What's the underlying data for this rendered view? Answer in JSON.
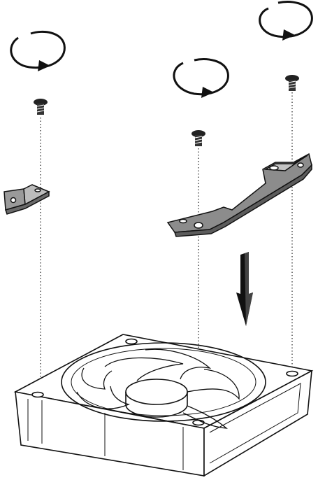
{
  "diagram": {
    "kind": "fan-bracket-installation",
    "colors": {
      "stroke": "#111111",
      "bracket_fill": "#8a8a8a",
      "bracket_light": "#b9b9b9",
      "screw_fill": "#222222",
      "fan_fill": "#ffffff",
      "guide_line": "#333333"
    },
    "parts": {
      "rotation_arrows": [
        "rotate-arrow-left",
        "rotate-arrow-middle",
        "rotate-arrow-right"
      ],
      "screws": [
        "screw-left",
        "screw-middle",
        "screw-right"
      ],
      "brackets": [
        "small-bracket",
        "long-bracket"
      ],
      "fan": "case-fan",
      "direction": "down-arrow"
    }
  }
}
